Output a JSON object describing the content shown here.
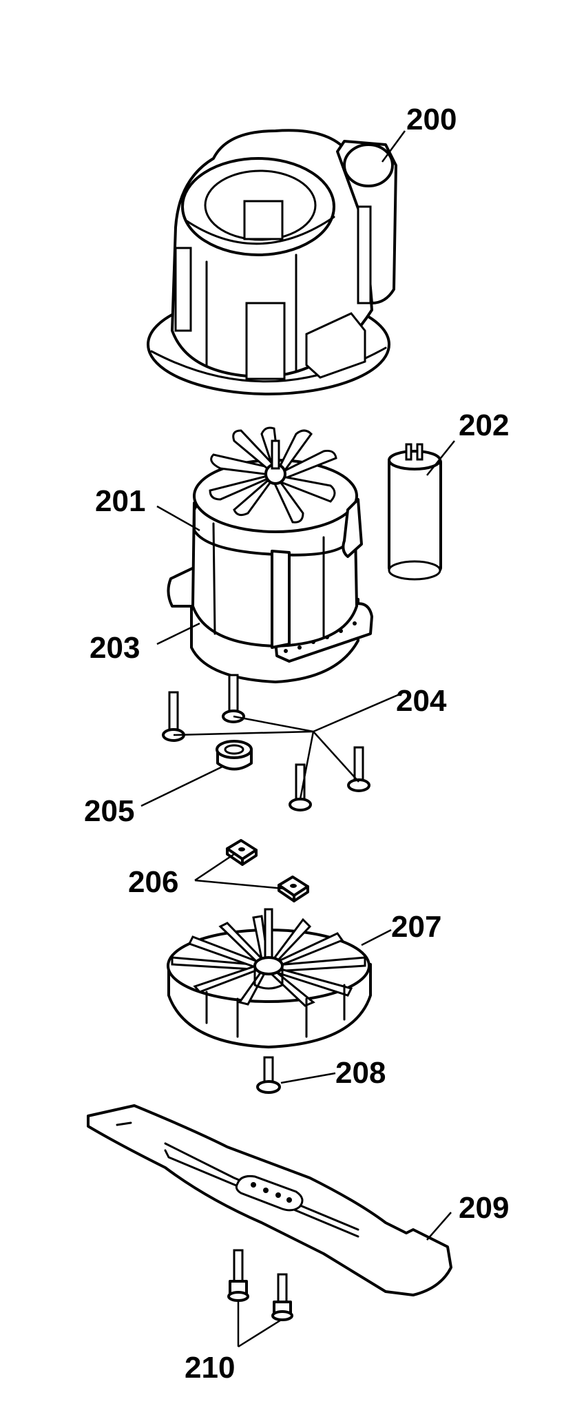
{
  "callouts": {
    "c200": "200",
    "c201": "201",
    "c202": "202",
    "c203": "203",
    "c204": "204",
    "c205": "205",
    "c206": "206",
    "c207": "207",
    "c208": "208",
    "c209": "209",
    "c210": "210"
  }
}
